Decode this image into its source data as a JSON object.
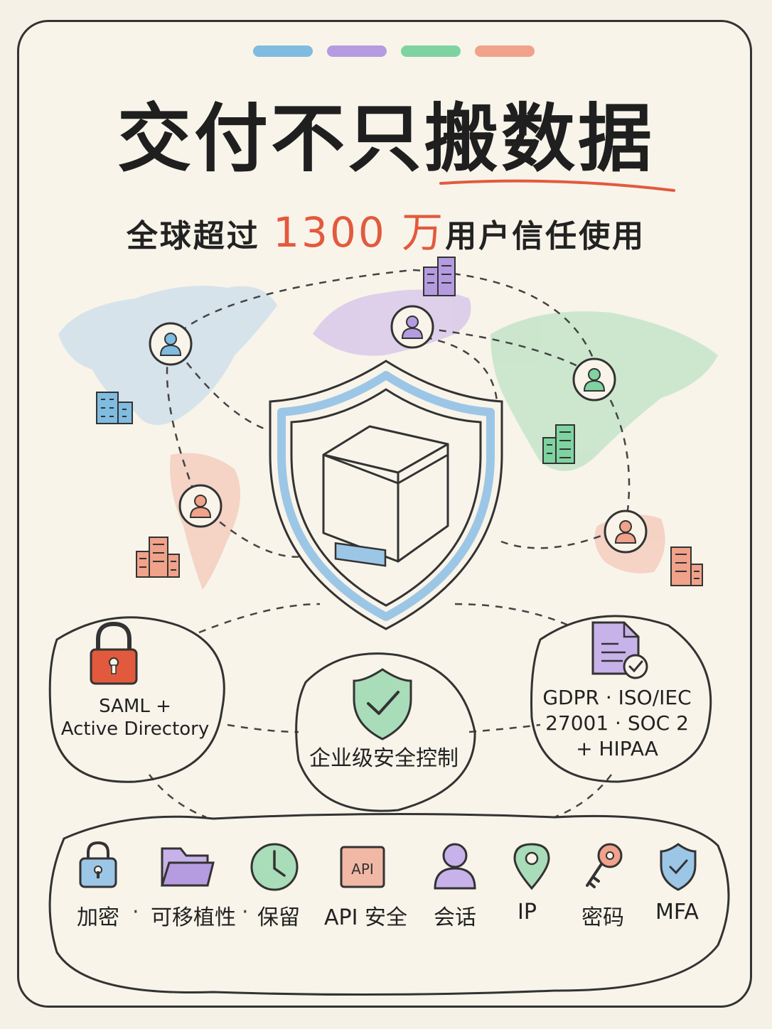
{
  "header": {
    "title": "交付不只搬数据",
    "subtitle_prefix": "全球超过",
    "subtitle_number": "1300 万",
    "subtitle_suffix": "用户信任使用"
  },
  "colors": {
    "blue": "#7fbce0",
    "purple": "#b59be0",
    "green": "#7fd3a0",
    "coral": "#f0a28a",
    "red": "#e25a3d",
    "ink": "#222222"
  },
  "center": {
    "icon": "shield-with-box-icon"
  },
  "pillars": {
    "left": {
      "icon": "padlock-icon",
      "line1": "SAML +",
      "line2": "Active Directory"
    },
    "center": {
      "icon": "shield-check-icon",
      "label": "企业级安全控制"
    },
    "right": {
      "icon": "document-check-icon",
      "line1": "GDPR · ISO/IEC",
      "line2": "27001 · SOC 2",
      "line3": "+ HIPAA"
    }
  },
  "features": [
    {
      "icon": "lock-icon",
      "label": "加密"
    },
    {
      "icon": "folder-icon",
      "label": "可移植性"
    },
    {
      "icon": "clock-icon",
      "label": "保留"
    },
    {
      "icon": "api-icon",
      "label": "API 安全"
    },
    {
      "icon": "user-icon",
      "label": "会话"
    },
    {
      "icon": "location-pin-icon",
      "label": "IP"
    },
    {
      "icon": "key-icon",
      "label": "密码"
    },
    {
      "icon": "shield-check-icon",
      "label": "MFA"
    }
  ],
  "separator": "·"
}
